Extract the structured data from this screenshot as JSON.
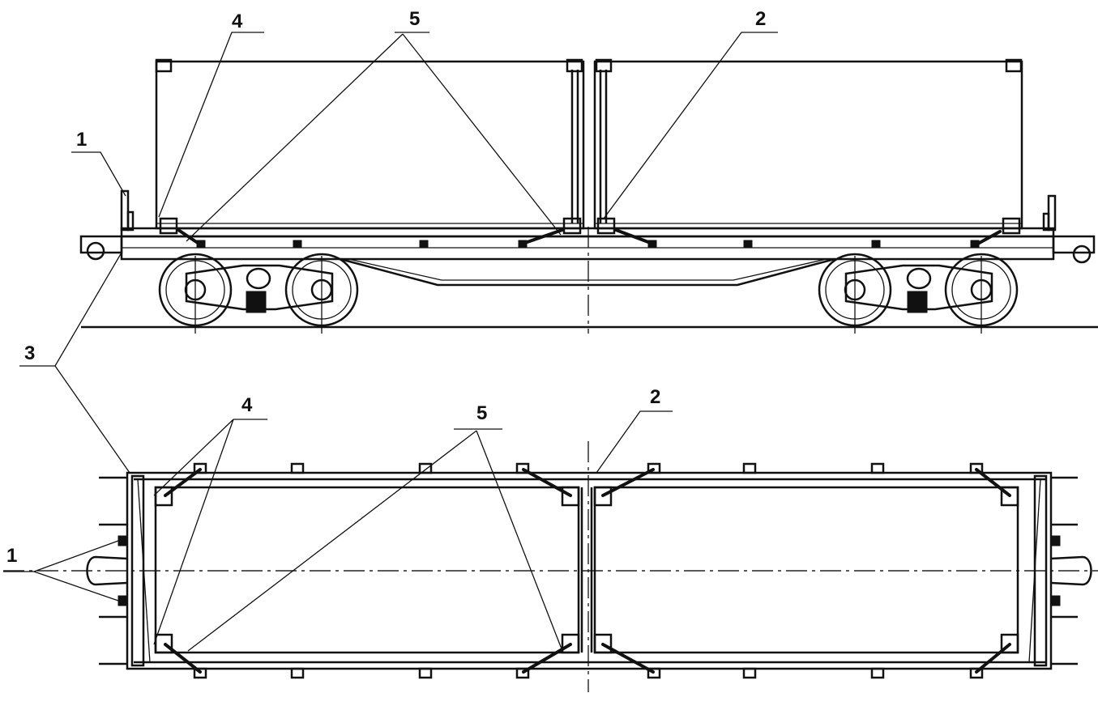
{
  "figure": {
    "side_view": {
      "callouts": [
        {
          "id": "c-side-1",
          "label": "1"
        },
        {
          "id": "c-side-4",
          "label": "4"
        },
        {
          "id": "c-side-5",
          "label": "5"
        },
        {
          "id": "c-side-2",
          "label": "2"
        },
        {
          "id": "c-side-3",
          "label": "3"
        }
      ]
    },
    "plan_view": {
      "callouts": [
        {
          "id": "c-plan-4",
          "label": "4"
        },
        {
          "id": "c-plan-5",
          "label": "5"
        },
        {
          "id": "c-plan-2",
          "label": "2"
        },
        {
          "id": "c-plan-1",
          "label": "1"
        }
      ]
    }
  }
}
